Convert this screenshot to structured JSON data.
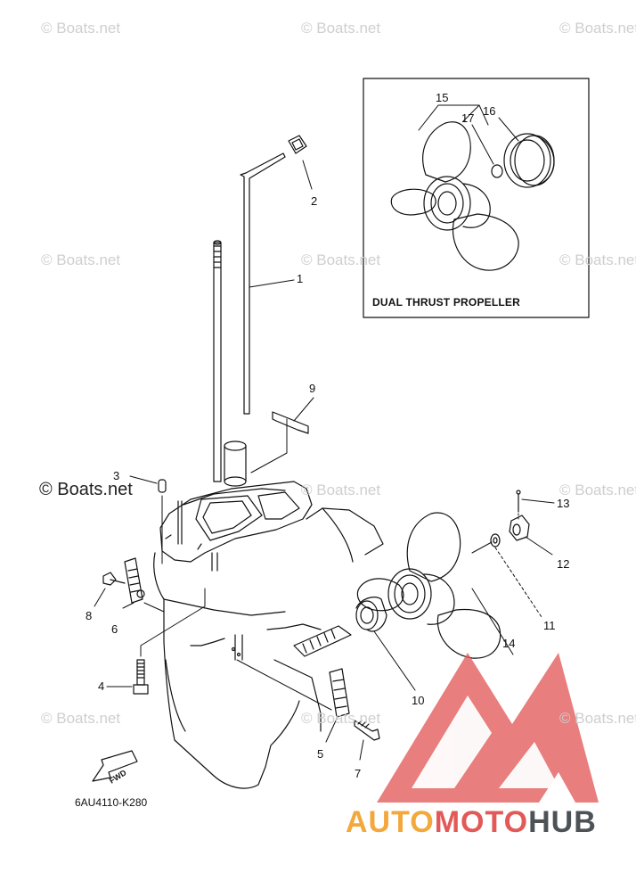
{
  "watermark": {
    "text": "© Boats.net",
    "prominent_text": "© Boats.net"
  },
  "inset": {
    "title": "DUAL THRUST PROPELLER"
  },
  "diagram_code": "6AU4110-K280",
  "fwd_label": "FWD",
  "callouts": {
    "c1": "1",
    "c2": "2",
    "c3": "3",
    "c4": "4",
    "c5": "5",
    "c6": "6",
    "c7": "7",
    "c8": "8",
    "c9": "9",
    "c10": "10",
    "c11": "11",
    "c12": "12",
    "c13": "13",
    "c14": "14",
    "c15": "15",
    "c16": "16",
    "c17": "17"
  },
  "brand": {
    "part1": "AUTO",
    "part2": "MOTO",
    "part3": "HUB"
  },
  "colors": {
    "logo_red": "#e25a58",
    "logo_orange": "#f3a83b",
    "logo_dark": "#4d5257",
    "watermark": "#cfcfcf"
  }
}
